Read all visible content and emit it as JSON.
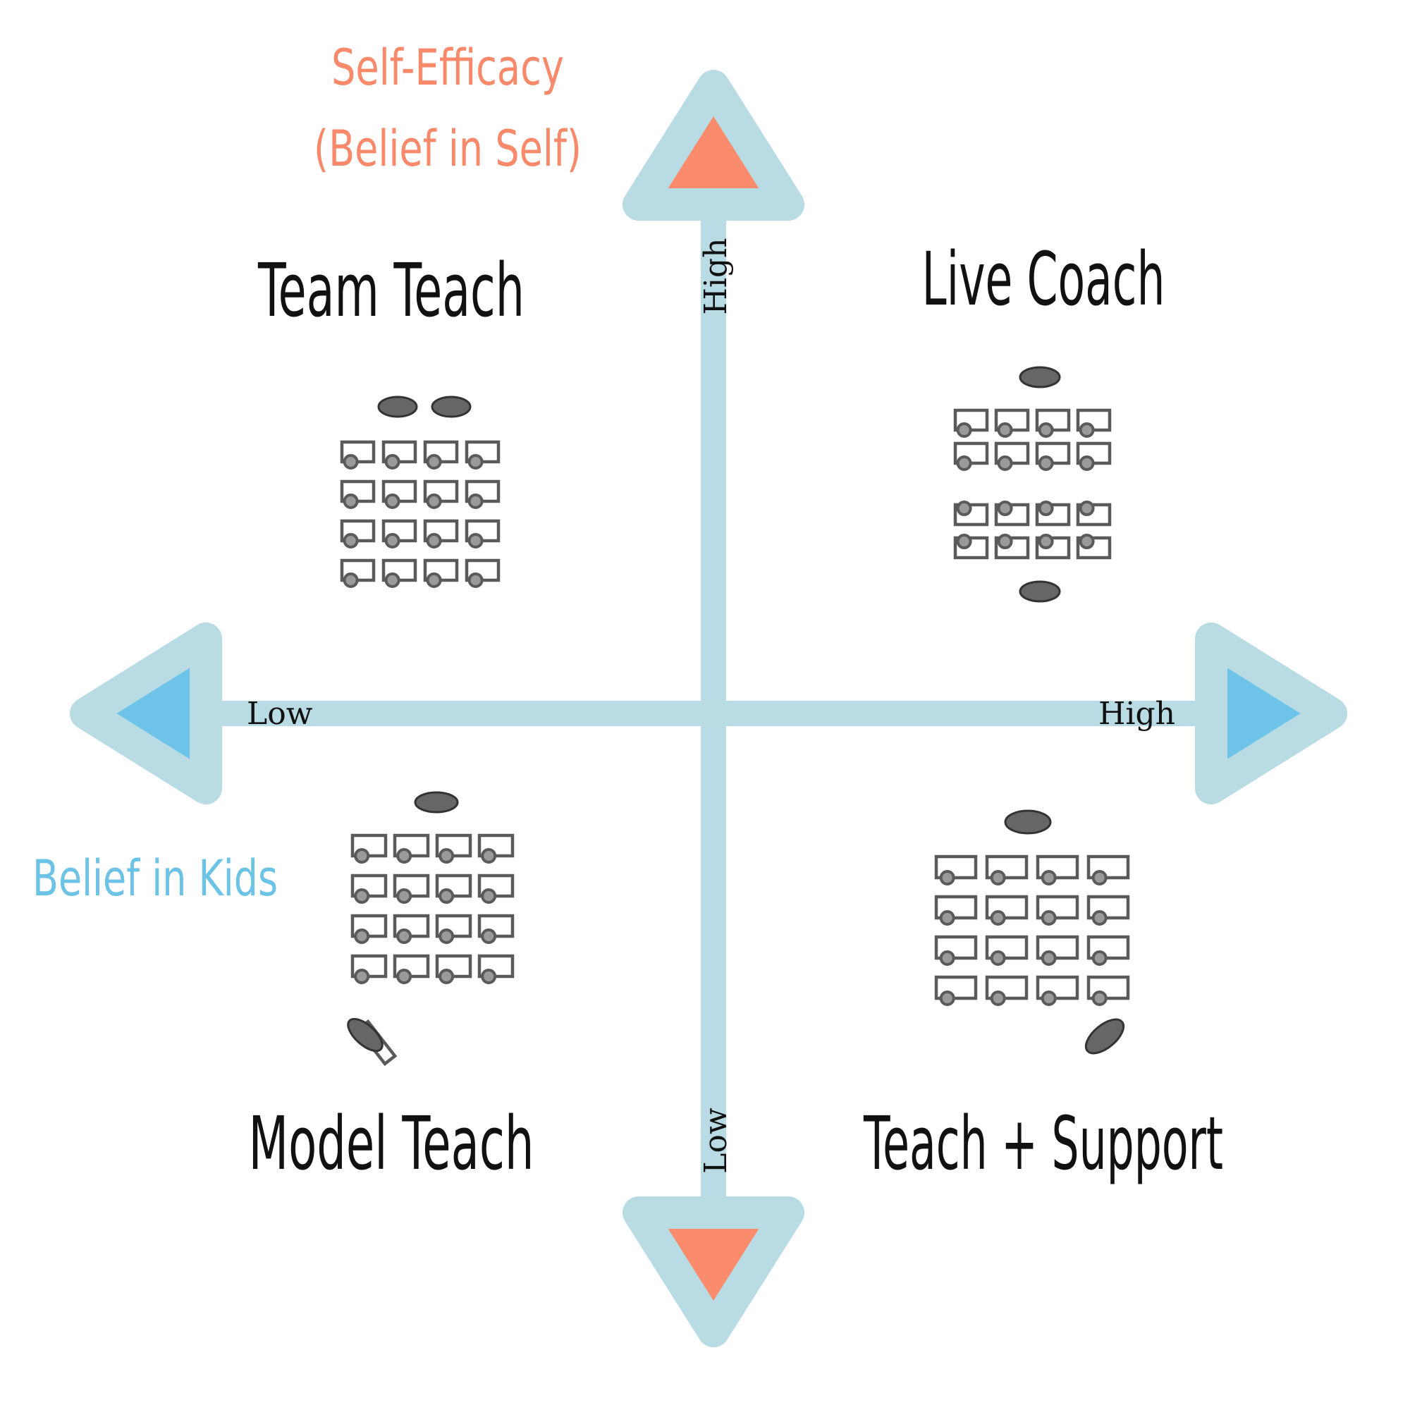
{
  "axes": {
    "vertical": {
      "label_line1": "Self-Efficacy",
      "label_line2": "(Belief in Self)",
      "high_label": "High",
      "low_label": "Low",
      "arrow_color": "#fa8c6d"
    },
    "horizontal": {
      "label": "Belief in Kids",
      "high_label": "High",
      "low_label": "Low",
      "arrow_color": "#6dc3e8"
    },
    "line_color": "#b9dbe3"
  },
  "quadrants": {
    "top_left": {
      "title": "Team Teach",
      "icon": "classroom-two-teachers-front"
    },
    "top_right": {
      "title": "Live Coach",
      "icon": "classroom-teacher-front-and-back"
    },
    "bottom_left": {
      "title": "Model Teach",
      "icon": "classroom-teacher-front-observer-corner"
    },
    "bottom_right": {
      "title": "Teach + Support",
      "icon": "classroom-teacher-front-support-corner"
    }
  }
}
